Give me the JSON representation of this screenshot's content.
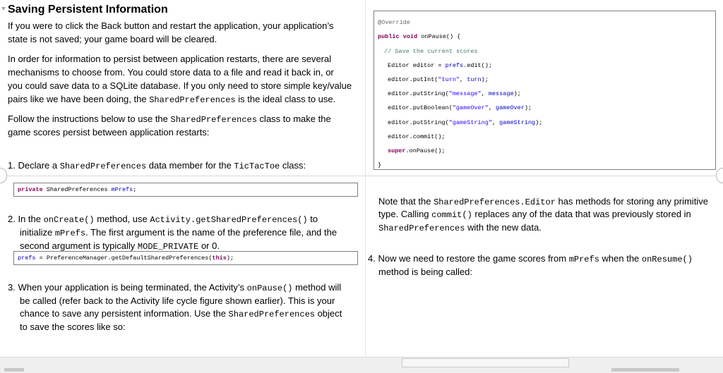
{
  "heading": "Saving Persistent Information",
  "p1": [
    "If you were to click the Back button and restart the application, your application’s",
    "state is not saved; your game board will be cleared."
  ],
  "p2": [
    "In order for information to persist between application restarts, there are several",
    "mechanisms to choose from.  You could store data to a file and read it back in, or",
    "you could save data to a SQLite database. If you only need to store simple key/value"
  ],
  "p2_last": {
    "a": "pairs like we have been doing, the ",
    "code": "SharedPreferences",
    "b": " is the ideal class to use."
  },
  "p3_line1": {
    "a": "Follow the instructions below to use the ",
    "code": "SharedPreferences",
    "b": " class to make the"
  },
  "p3_line2": "game scores persist between application restarts:",
  "step1": {
    "a": "1. Declare a ",
    "code1": "SharedPreferences",
    "b": " data member for the ",
    "code2": "TicTacToe",
    "c": " class:"
  },
  "code1": {
    "kw": "private",
    "type": "SharedPreferences",
    "field": "mPrefs",
    "end": ";"
  },
  "step2_line1": {
    "a": "2. In the ",
    "code1": "onCreate()",
    "b": " method, use ",
    "code2": "Activity.getSharedPreferences()",
    "c": " to"
  },
  "step2_line2": {
    "a": "initialize ",
    "code": "mPrefs",
    "b": ".  The first argument is the name of the preference file, and the"
  },
  "step2_line3": {
    "a": "second argument is typically ",
    "code": "MODE_PRIVATE",
    "b": " or 0."
  },
  "code2": {
    "field": "prefs",
    "mid": " = PreferenceManager.getDefaultSharedPreferences(",
    "kw": "this",
    "end": ");"
  },
  "step3_line1": {
    "a": "3. When your application is being terminated, the Activity’s ",
    "code": "onPause()",
    "b": " method will"
  },
  "step3_line2": "be called (refer back to the Activity life cycle figure shown earlier).  This is your",
  "step3_line3": {
    "a": "chance to save any persistent information.  Use the ",
    "code": "SharedPreferences",
    "b": " object"
  },
  "step3_line4": "to save the scores like so:",
  "code3": {
    "annotation": "@Override",
    "sig_kw": "public void",
    "sig_rest": " onPause() {",
    "comment": "// Save the current scores",
    "l1": {
      "a": "Editor editor = ",
      "f": "prefs",
      "b": ".edit();"
    },
    "l2": {
      "a": "editor.putInt(",
      "s": "\"turn\"",
      "b": ", ",
      "f": "turn",
      "c": ");"
    },
    "l3": {
      "a": "editor.putString(",
      "s": "\"message\"",
      "b": ", ",
      "f": "message",
      "c": ");"
    },
    "l4": {
      "a": "editor.putBoolean(",
      "s": "\"gameOver\"",
      "b": ", ",
      "f": "gameOver",
      "c": ");"
    },
    "l5": {
      "a": "editor.putString(",
      "s": "\"gameString\"",
      "b": ", ",
      "f": "gameString",
      "c": ");"
    },
    "l6": "editor.commit();",
    "l7": {
      "kw": "super",
      "b": ".onPause();"
    },
    "close": "}"
  },
  "note_line1": {
    "a": "Note that the ",
    "code": "SharedPreferences.Editor",
    "b": " has methods for storing any primitive"
  },
  "note_line2": {
    "a": "type.  Calling ",
    "code": "commit()",
    "b": " replaces any of the data that was previously stored in"
  },
  "note_line3": {
    "code": "SharedPreferences",
    "b": " with the new data."
  },
  "step4_line1": {
    "a": "4. Now we need to restore the game scores from ",
    "code1": "mPrefs",
    "b": " when the  ",
    "code2": "onResume()"
  },
  "step4_line2": "method is being called:"
}
